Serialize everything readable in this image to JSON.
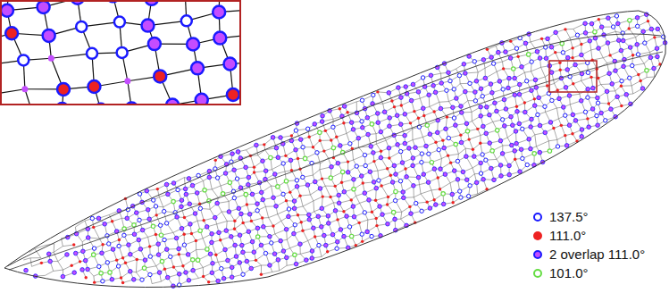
{
  "diagram": {
    "legend": [
      {
        "text": "137.5°",
        "color": "#1a1aff"
      },
      {
        "text": "111.0°",
        "color": "#ee2222"
      },
      {
        "text": "2 overlap 111.0°",
        "color": "#c44dff"
      },
      {
        "text": "101.0°",
        "color": "#66dd44"
      }
    ]
  }
}
